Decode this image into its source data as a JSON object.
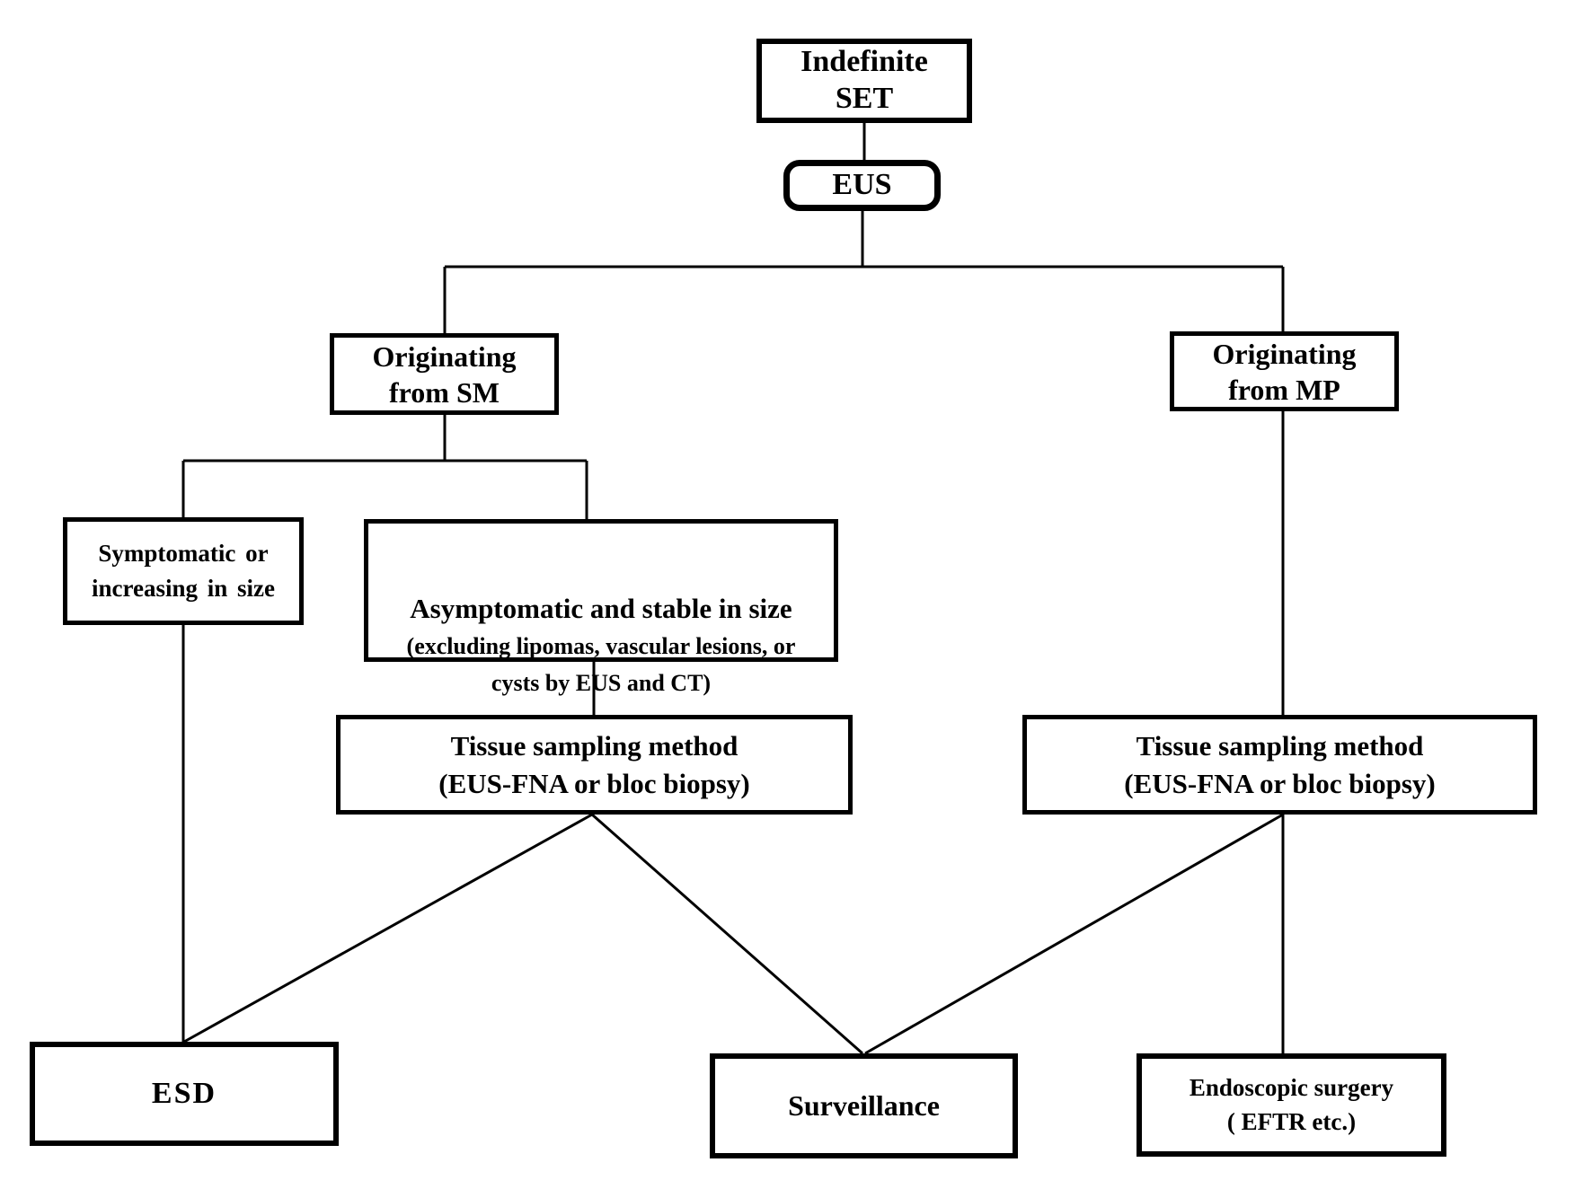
{
  "nodes": {
    "indefinite_set": {
      "label": "Indefinite\nSET"
    },
    "eus": {
      "label": "EUS"
    },
    "originating_sm": {
      "label": "Originating\nfrom SM"
    },
    "originating_mp": {
      "label": "Originating\nfrom MP"
    },
    "symptomatic": {
      "label": "Symptomatic or\nincreasing in size"
    },
    "asymptomatic": {
      "main": "Asymptomatic and stable in size ",
      "detail": "(excluding lipomas, vascular lesions, or cysts by EUS and CT)"
    },
    "tissue_left": {
      "label": "Tissue sampling method\n(EUS-FNA or bloc biopsy)"
    },
    "tissue_right": {
      "label": "Tissue sampling method\n(EUS-FNA or bloc biopsy)"
    },
    "esd": {
      "label": "ESD"
    },
    "surveillance": {
      "label": "Surveillance"
    },
    "endoscopic_surgery": {
      "label": "Endoscopic surgery\n( EFTR etc.)"
    }
  },
  "edges": [
    {
      "from": "indefinite_set",
      "to": "eus"
    },
    {
      "from": "eus",
      "to": "originating_sm"
    },
    {
      "from": "eus",
      "to": "originating_mp"
    },
    {
      "from": "originating_sm",
      "to": "symptomatic"
    },
    {
      "from": "originating_sm",
      "to": "asymptomatic"
    },
    {
      "from": "symptomatic",
      "to": "esd"
    },
    {
      "from": "asymptomatic",
      "to": "tissue_left"
    },
    {
      "from": "tissue_left",
      "to": "esd"
    },
    {
      "from": "tissue_left",
      "to": "surveillance"
    },
    {
      "from": "originating_mp",
      "to": "tissue_right"
    },
    {
      "from": "tissue_right",
      "to": "surveillance"
    },
    {
      "from": "tissue_right",
      "to": "endoscopic_surgery"
    }
  ],
  "colors": {
    "line": "#000000",
    "box_border": "#000000",
    "box_fill": "#ffffff",
    "background": "#ffffff"
  }
}
